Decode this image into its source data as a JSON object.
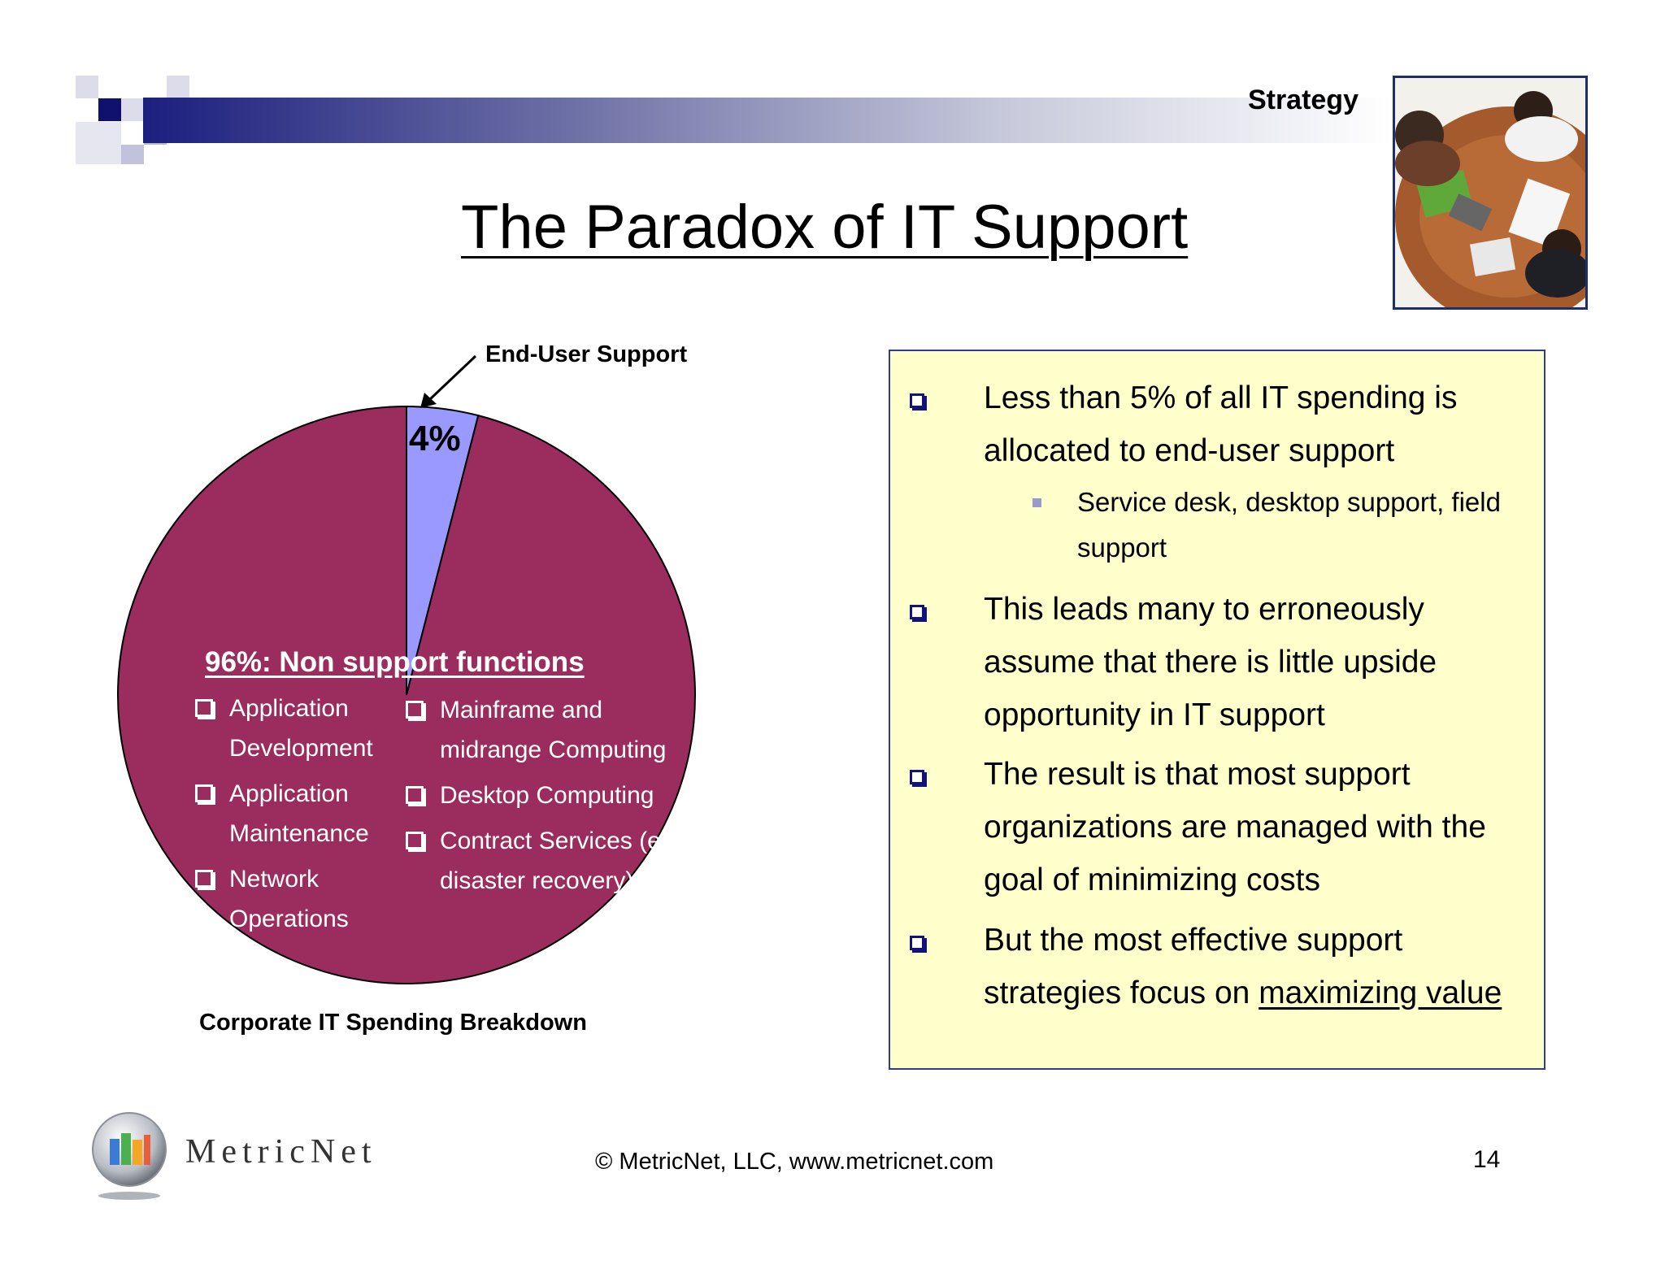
{
  "header": {
    "section_label": "Strategy",
    "title": "The Paradox of IT Support",
    "photo": "meeting-photo"
  },
  "chart_data": {
    "type": "pie",
    "title": "",
    "caption": "Corporate IT Spending Breakdown",
    "slices": [
      {
        "label": "End-User Support",
        "value": 4,
        "display": "4%",
        "color": "#9999ff"
      },
      {
        "label": "96%:  Non support functions",
        "value": 96,
        "color": "#9b2d5e"
      }
    ],
    "non_support_items_left": [
      "Application Development",
      "Application Maintenance",
      "Network Operations"
    ],
    "non_support_items_right": [
      "Mainframe and midrange Computing",
      "Desktop Computing",
      "Contract Services (e.g., disaster recovery)"
    ]
  },
  "info_box": {
    "bullets": [
      {
        "text": "Less than 5% of all IT spending is allocated to end-user support"
      },
      {
        "text": "Service desk, desktop support, field support",
        "sub": true
      },
      {
        "text": "This leads many to erroneously assume that there is little upside opportunity in IT support"
      },
      {
        "text": "The result is that most support organizations are managed with the goal of minimizing costs"
      },
      {
        "text_before": "But the most effective support strategies focus on ",
        "text_underlined": "maximizing value"
      }
    ]
  },
  "footer": {
    "logo_text": "MetricNet",
    "copyright": "© MetricNet, LLC, www.metricnet.com",
    "page_number": "14"
  },
  "colors": {
    "accent_navy": "#1c1f7e",
    "pie_main": "#9b2d5e",
    "pie_slice": "#9999ff",
    "box_fill": "#ffffcc"
  }
}
